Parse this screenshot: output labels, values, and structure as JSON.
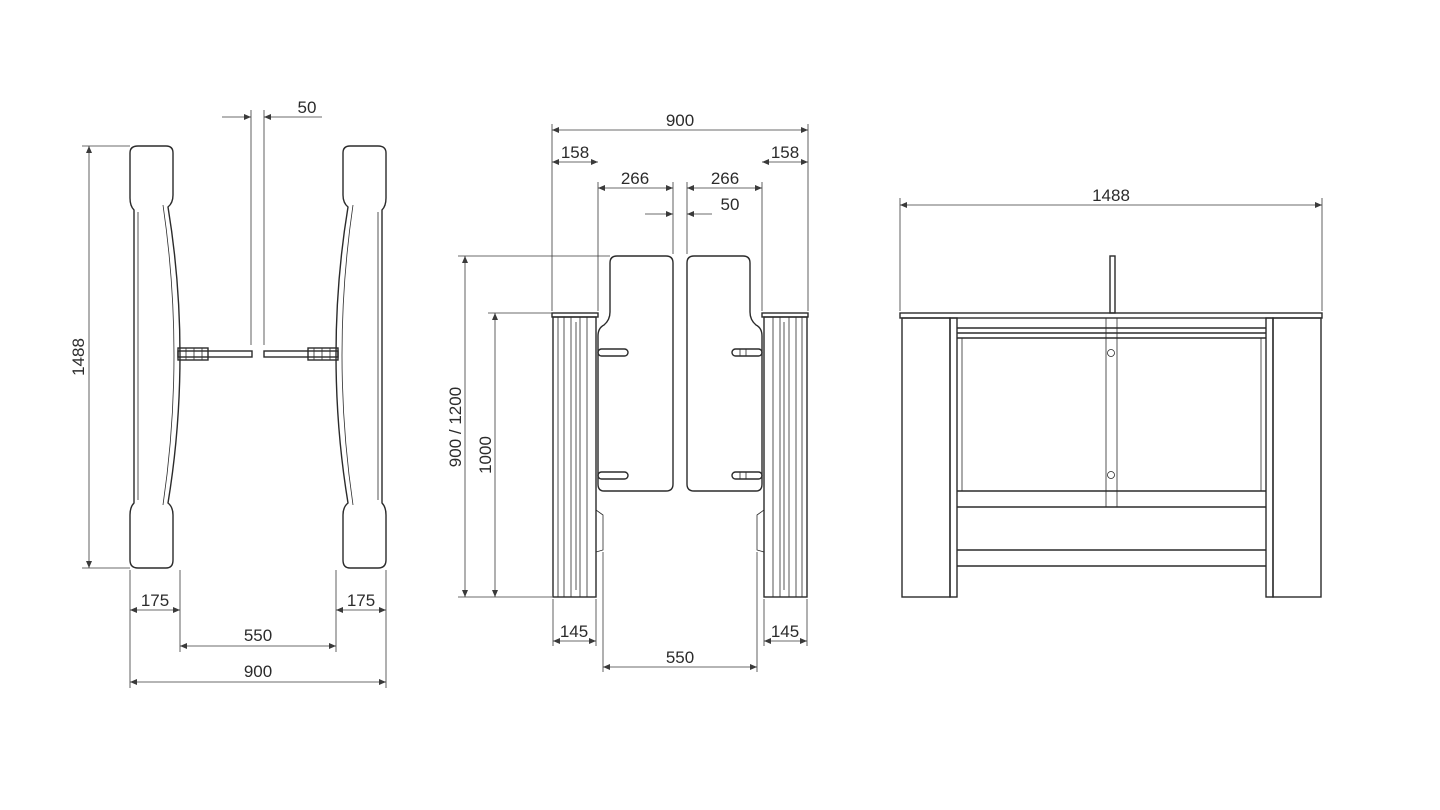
{
  "line_color": "#2b2b2b",
  "background": "#ffffff",
  "top_view": {
    "gap_label": "50",
    "length_label": "1488",
    "left_body_label": "175",
    "right_body_label": "175",
    "passage_label": "550",
    "overall_width_label": "900"
  },
  "front_view": {
    "overall_width_label": "900",
    "left_cabinet_label": "158",
    "right_cabinet_label": "158",
    "left_wing_label": "266",
    "right_wing_label": "266",
    "gap_label": "50",
    "wing_height_label": "900 / 1200",
    "cabinet_height_label": "1000",
    "left_base_label": "145",
    "right_base_label": "145",
    "passage_label": "550"
  },
  "side_view": {
    "length_label": "1488"
  }
}
